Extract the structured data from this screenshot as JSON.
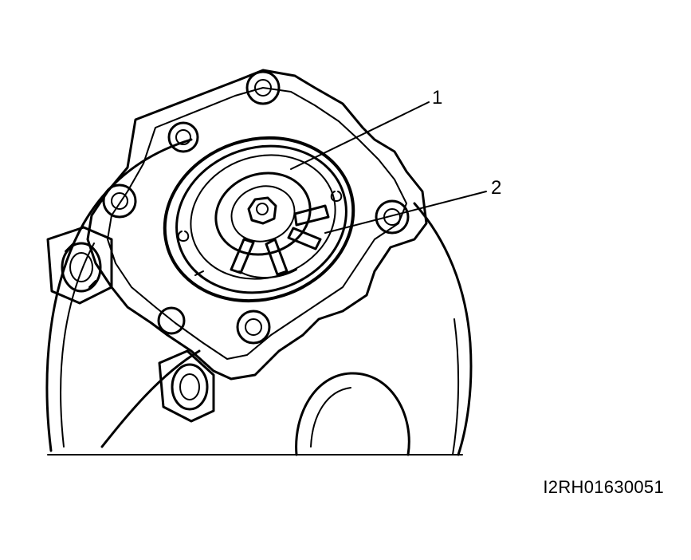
{
  "figure": {
    "callouts": [
      {
        "number": "1"
      },
      {
        "number": "2"
      }
    ],
    "code": "I2RH01630051"
  }
}
